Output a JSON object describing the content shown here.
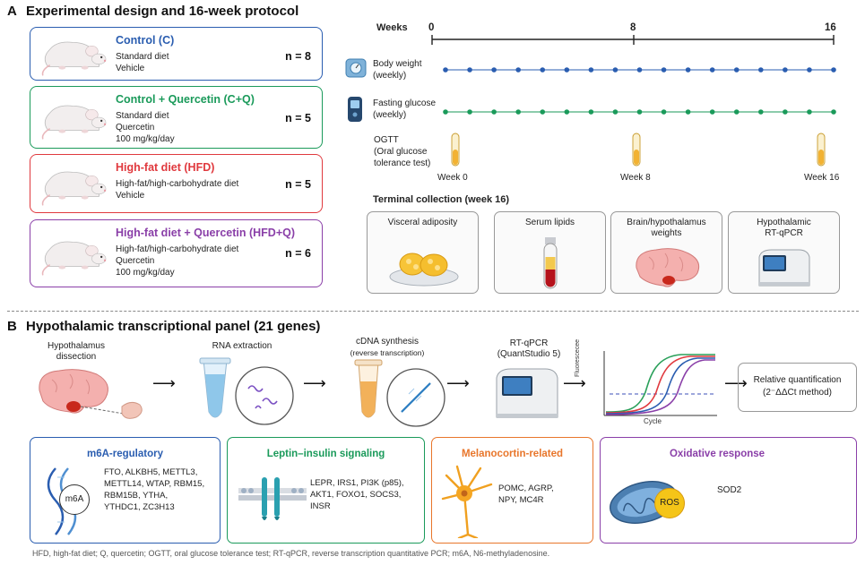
{
  "panel_a": {
    "letter": "A",
    "title": "Experimental design and 16-week protocol",
    "groups": [
      {
        "title": "Control (C)",
        "lines": [
          "Standard diet",
          "Vehicle"
        ],
        "n": "n = 8",
        "color": "#2a5db0"
      },
      {
        "title": "Control + Quercetin (C+Q)",
        "lines": [
          "Standard diet",
          "Quercetin",
          "100 mg/kg/day"
        ],
        "n": "n = 5",
        "color": "#1a9a5a"
      },
      {
        "title": "High-fat diet (HFD)",
        "lines": [
          "High-fat/high-carbohydrate diet",
          "Vehicle"
        ],
        "n": "n = 5",
        "color": "#e0393e"
      },
      {
        "title": "High-fat diet + Quercetin (HFD+Q)",
        "lines": [
          "High-fat/high-carbohydrate diet",
          "Quercetin",
          "100 mg/kg/day"
        ],
        "n": "n = 6",
        "color": "#8a3fa8"
      }
    ],
    "timeline": {
      "weeks_label": "Weeks",
      "ticks": [
        "0",
        "8",
        "16"
      ],
      "body_weight": [
        "Body weight",
        "(weekly)"
      ],
      "fasting_glucose": [
        "Fasting glucose",
        "(weekly)"
      ],
      "ogtt": [
        "OGTT",
        "(Oral glucose",
        "tolerance test)"
      ],
      "ogtt_weeks": [
        "Week 0",
        "Week 8",
        "Week 16"
      ],
      "body_color": "#2a5db0",
      "glucose_color": "#1a9a5a"
    },
    "terminal": {
      "title": "Terminal collection (week 16)",
      "items": [
        {
          "label": [
            "Visceral adiposity"
          ],
          "icon": "adipose-tissue-icon"
        },
        {
          "label": [
            "Serum lipids"
          ],
          "icon": "blood-tube-icon"
        },
        {
          "label": [
            "Brain/hypothalamus",
            "weights"
          ],
          "icon": "brain-icon"
        },
        {
          "label": [
            "Hypothalamic",
            "RT-qPCR"
          ],
          "icon": "qpcr-machine-icon"
        }
      ]
    }
  },
  "panel_b": {
    "letter": "B",
    "title": "Hypothalamic transcriptional panel (21 genes)",
    "steps": [
      {
        "label": [
          "Hypothalamus",
          "dissection"
        ]
      },
      {
        "label": [
          "RNA extraction"
        ]
      },
      {
        "label": [
          "cDNA synthesis",
          "(reverse transcription)"
        ]
      },
      {
        "label": [
          "RT-qPCR",
          "(QuantStudio 5)"
        ]
      }
    ],
    "plot": {
      "ylabel": "Fluorescecee",
      "xlabel": "Cycle"
    },
    "quant": {
      "line1": "Relative quantification",
      "line2": "(2⁻ΔΔCt method)"
    },
    "categories": [
      {
        "title": "m6A-regulatory",
        "color": "#2a5db0",
        "badge": "m6A",
        "genes": [
          "FTO, ALKBH5, METTL3,",
          "METTL14, WTAP, RBM15,",
          "RBM15B, YTHA,",
          "YTHDC1, ZC3H13"
        ]
      },
      {
        "title": "Leptin–insulin signaling",
        "color": "#1a9a5a",
        "genes": [
          "LEPR, IRS1, PI3K (p85),",
          "AKT1, FOXO1, SOCS3,",
          "INSR"
        ]
      },
      {
        "title": "Melanocortin-related",
        "color": "#e8762b",
        "genes": [
          "POMC, AGRP,",
          "NPY, MC4R"
        ]
      },
      {
        "title": "Oxidative response",
        "color": "#8a3fa8",
        "badge": "ROS",
        "genes": [
          "SOD2"
        ]
      }
    ]
  },
  "footnote": "HFD, high-fat diet; Q, quercetin; OGTT, oral glucose tolerance test; RT-qPCR, reverse transcription quantitative PCR; m6A, N6-methyladenosine."
}
